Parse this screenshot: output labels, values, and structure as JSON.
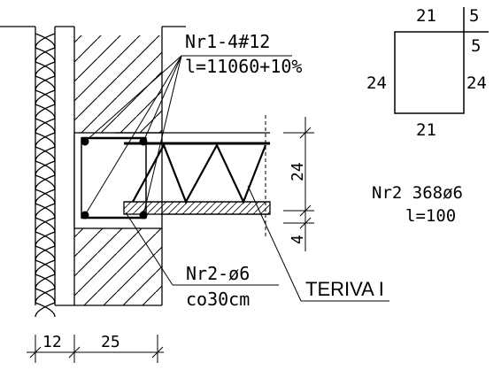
{
  "labels": {
    "main_bars_mark": "Nr1-4#12",
    "main_bars_length": "l=11060+10%",
    "stirrup_mark": "Nr2-ø6",
    "stirrup_spacing": "co30cm",
    "slab_type": "TERIVA I",
    "stirrup_total": "Nr2 368ø6",
    "stirrup_length": "l=100"
  },
  "stirrup_shape": {
    "top": "21",
    "bottom": "21",
    "left": "24",
    "right": "24",
    "hook_horizontal": "5",
    "hook_vertical": "5"
  },
  "dimensions": {
    "slab_height": "24",
    "topping_thickness": "4",
    "insulation_width": "12",
    "wall_width": "25"
  },
  "colors": {
    "line": "#000000",
    "background": "#ffffff"
  }
}
